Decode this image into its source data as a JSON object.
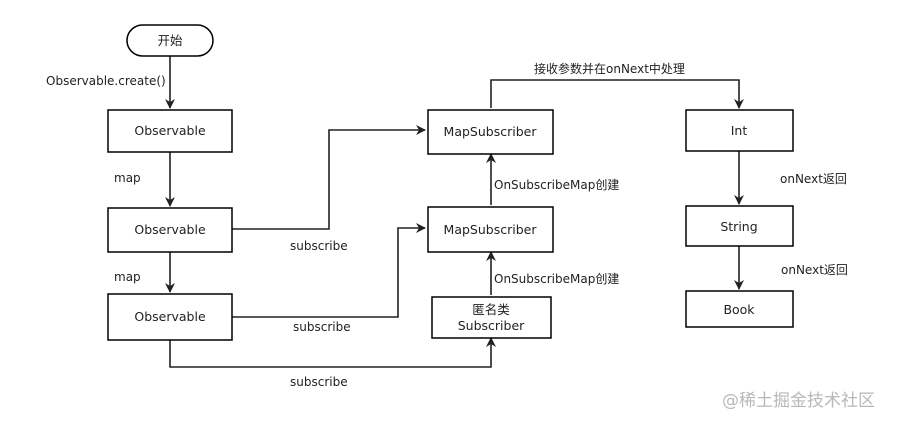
{
  "nodes": {
    "start": "开始",
    "obs1": "Observable",
    "obs2": "Observable",
    "obs3": "Observable",
    "ms1": "MapSubscriber",
    "ms2": "MapSubscriber",
    "anon_line1": "匿名类",
    "anon_line2": "Subscriber",
    "int": "Int",
    "string": "String",
    "book": "Book"
  },
  "edges": {
    "create": "Observable.create()",
    "map1": "map",
    "map2": "map",
    "subscribe1": "subscribe",
    "subscribe2": "subscribe",
    "subscribe3": "subscribe",
    "onsubmap1": "OnSubscribeMap创建",
    "onsubmap2": "OnSubscribeMap创建",
    "receive": "接收参数并在onNext中处理",
    "onnext1": "onNext返回",
    "onnext2": "onNext返回"
  },
  "watermark": "@稀土掘金技术社区"
}
